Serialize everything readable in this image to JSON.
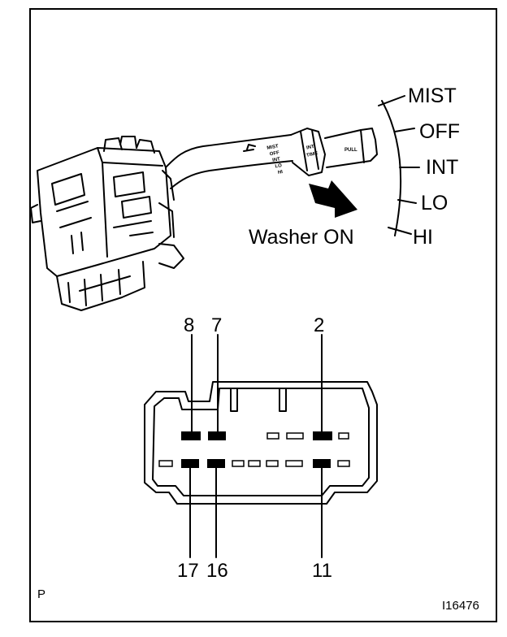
{
  "switch_positions": [
    "MIST",
    "OFF",
    "INT",
    "LO",
    "HI"
  ],
  "lever_marks": [
    "MIST",
    "OFF",
    "INT",
    "LO",
    "HI"
  ],
  "ring_marks": [
    "INT",
    "TIME"
  ],
  "tip_mark": "PULL",
  "action_label": "Washer ON",
  "connector_pins_top": [
    "8",
    "7",
    "2"
  ],
  "connector_pins_bottom": [
    "17",
    "16",
    "11"
  ],
  "corner_letter": "P",
  "figure_code": "I16476"
}
